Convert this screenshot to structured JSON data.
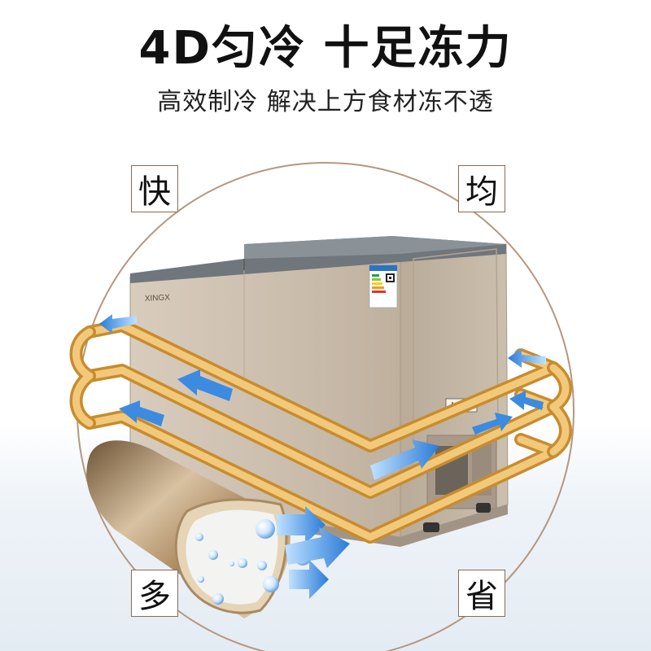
{
  "header": {
    "title": "4D匀冷 十足冻力",
    "subtitle": "高效制冷  解决上方食材冻不透"
  },
  "badges": {
    "top_left": "快",
    "top_right": "均",
    "bottom_left": "多",
    "bottom_right": "省"
  },
  "product": {
    "brand_text": "XINGX",
    "warning_label": "注意",
    "energy_label": "中国能效标识"
  },
  "colors": {
    "ring": "#b5977f",
    "cabinet": "#cdbfae",
    "lid": "#727a80",
    "pipe": "#e3a84a",
    "arrow": "#3f8fe0",
    "tube": "#b8976f"
  }
}
